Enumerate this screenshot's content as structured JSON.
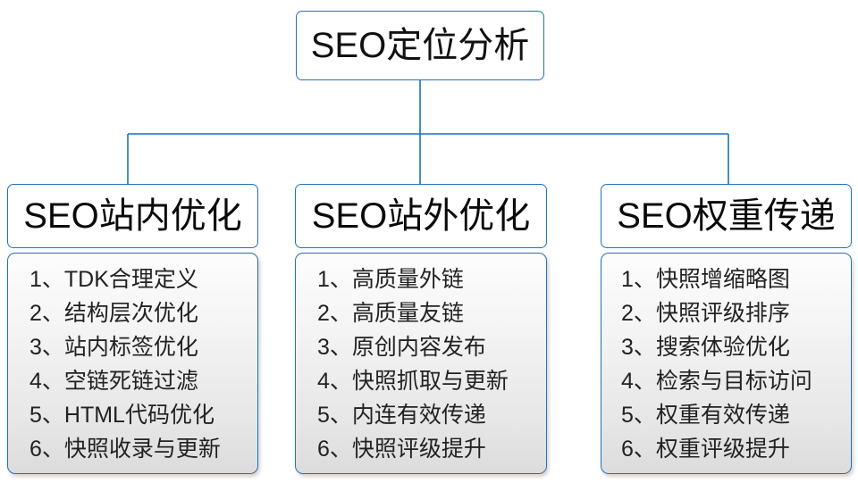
{
  "diagram": {
    "type": "tree",
    "root": {
      "label": "SEO定位分析"
    },
    "accent_color": "#2273b9",
    "text_color": "#111111",
    "panel_gradient_top": "#fdfdfd",
    "panel_gradient_bottom": "#dcdcdc",
    "branches": [
      {
        "header": "SEO站内优化",
        "items": [
          "1、TDK合理定义",
          "2、结构层次优化",
          "3、站内标签优化",
          "4、空链死链过滤",
          "5、HTML代码优化",
          "6、快照收录与更新"
        ]
      },
      {
        "header": "SEO站外优化",
        "items": [
          "1、高质量外链",
          "2、高质量友链",
          "3、原创内容发布",
          "4、快照抓取与更新",
          "5、内连有效传递",
          "6、快照评级提升"
        ]
      },
      {
        "header": "SEO权重传递",
        "items": [
          "1、快照增缩略图",
          "2、快照评级排序",
          "3、搜索体验优化",
          "4、检索与目标访问",
          "5、权重有效传递",
          "6、权重评级提升"
        ]
      }
    ]
  }
}
